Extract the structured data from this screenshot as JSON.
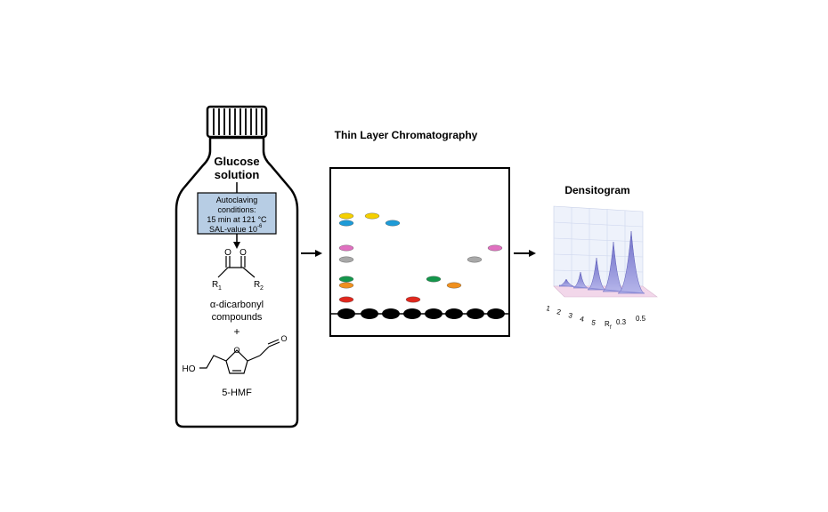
{
  "bottle": {
    "title_line1": "Glucose",
    "title_line2": "solution",
    "conditions": {
      "line1": "Autoclaving",
      "line2": "conditions:",
      "line3": "15 min at 121 °C",
      "line4": "SAL-value 10",
      "exponent": "-6",
      "fill_color": "#b7cde4"
    },
    "structure1": {
      "r1": "R",
      "r1_sub": "1",
      "r2": "R",
      "r2_sub": "2",
      "o1": "O",
      "o2": "O"
    },
    "label1_line1": "α-dicarbonyl",
    "label1_line2": "compounds",
    "plus": "+",
    "structure2": {
      "ho": "HO",
      "o_ring": "O",
      "o_ald": "O"
    },
    "label2": "5-HMF"
  },
  "tlc": {
    "title": "Thin Layer Chromatography",
    "spot_colors": {
      "yellow": "#f5d000",
      "blue": "#1e9bd7",
      "pink": "#e070c0",
      "gray": "#a8a8a8",
      "green": "#14964b",
      "orange": "#f0901e",
      "red": "#e0281e",
      "black": "#000000"
    }
  },
  "densitogram": {
    "title": "Densitogram",
    "lane_labels": [
      "1",
      "2",
      "3",
      "4",
      "5"
    ],
    "rf_label": "R",
    "rf_sub": "f",
    "rf_ticks": [
      "0.3",
      "0.5"
    ],
    "peak_color": "#7f7fd0"
  }
}
